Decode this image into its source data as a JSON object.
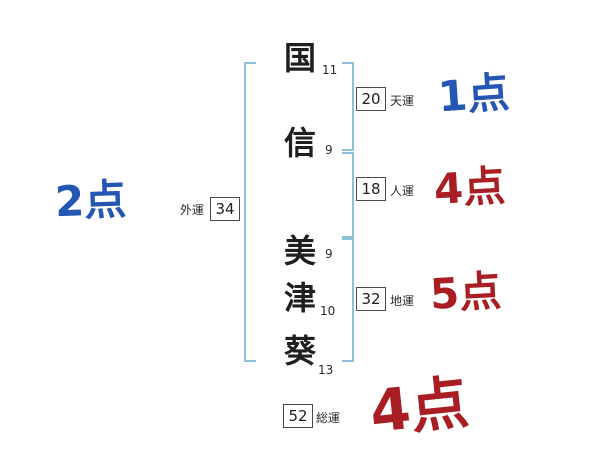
{
  "colors": {
    "score_blue": "#2456b4",
    "score_red": "#a81e22",
    "bracket_blue": "#8fc1dc",
    "box_border": "#4a4a4a"
  },
  "name": {
    "characters": [
      {
        "char": "国",
        "strokes": "11"
      },
      {
        "char": "信",
        "strokes": "9"
      },
      {
        "char": "美",
        "strokes": "9"
      },
      {
        "char": "津",
        "strokes": "10"
      },
      {
        "char": "葵",
        "strokes": "13"
      }
    ]
  },
  "fortunes": {
    "ten": {
      "value": "20",
      "label": "天運",
      "score": "1点"
    },
    "jin": {
      "value": "18",
      "label": "人運",
      "score": "4点"
    },
    "chi": {
      "value": "32",
      "label": "地運",
      "score": "5点"
    },
    "gai": {
      "value": "34",
      "label": "外運",
      "score": "2点"
    },
    "sou": {
      "value": "52",
      "label": "総運",
      "score": "4点"
    }
  }
}
